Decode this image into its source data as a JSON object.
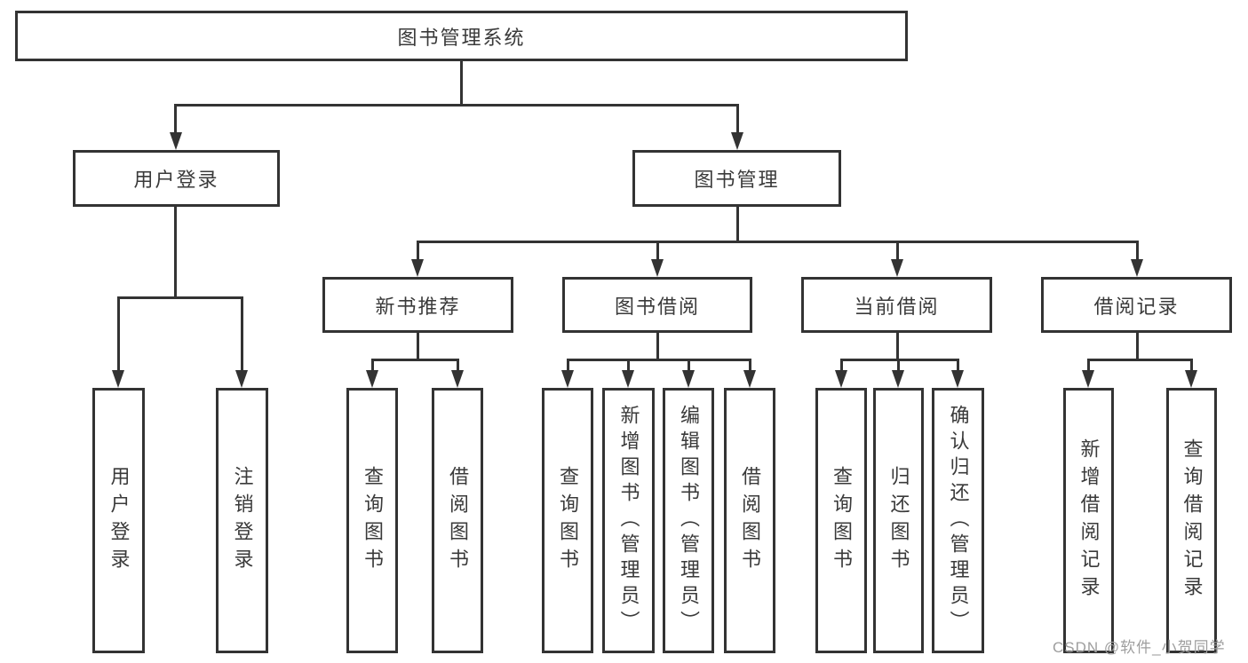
{
  "tree": {
    "root": {
      "label": "图书管理系统"
    },
    "level2": [
      {
        "label": "用户登录",
        "children": [
          {
            "label": "用户登录"
          },
          {
            "label": "注销登录"
          }
        ]
      },
      {
        "label": "图书管理",
        "children": [
          {
            "label": "新书推荐",
            "children": [
              {
                "label": "查询图书"
              },
              {
                "label": "借阅图书"
              }
            ]
          },
          {
            "label": "图书借阅",
            "children": [
              {
                "label": "查询图书"
              },
              {
                "label": "新增图书（管理员）"
              },
              {
                "label": "编辑图书（管理员）"
              },
              {
                "label": "借阅图书"
              }
            ]
          },
          {
            "label": "当前借阅",
            "children": [
              {
                "label": "查询图书"
              },
              {
                "label": "归还图书"
              },
              {
                "label": "确认归还（管理员）"
              }
            ]
          },
          {
            "label": "借阅记录",
            "children": [
              {
                "label": "新增借阅记录"
              },
              {
                "label": "查询借阅记录"
              }
            ]
          }
        ]
      }
    ]
  },
  "watermark": {
    "text": "CSDN @软件_小贺同学"
  },
  "colors": {
    "line": "#333333",
    "text": "#3a3a3a",
    "watermark": "#9e9e9e",
    "background": "#ffffff"
  }
}
